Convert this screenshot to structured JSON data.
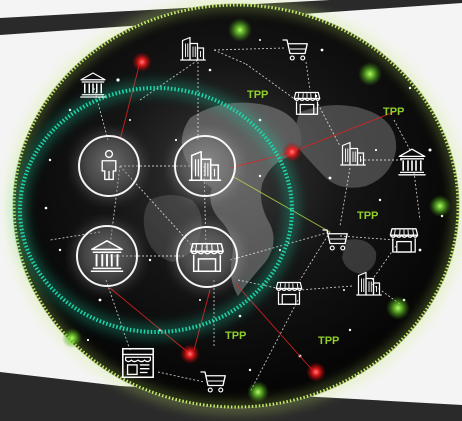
{
  "colors": {
    "background": "#f4f4f4",
    "band": "#2a2a2a",
    "globe_fill": "#060606",
    "outer_ring": "#c6ec6a",
    "inner_ring": "#1ed6a8",
    "tpp_label": "#8fd02a",
    "node_dot_red": "#ff2a2a",
    "node_dot_green": "#79e23a",
    "red_line": "#e02020",
    "white_line": "#ffffff"
  },
  "labels": {
    "tpp_1": "TPP",
    "tpp_2": "TPP",
    "tpp_3": "TPP",
    "tpp_4": "TPP",
    "tpp_5": "TPP"
  },
  "icons": [
    "person-icon",
    "office-buildings-icon",
    "bank-icon",
    "storefront-icon",
    "shopping-cart-icon",
    "online-shop-icon"
  ]
}
